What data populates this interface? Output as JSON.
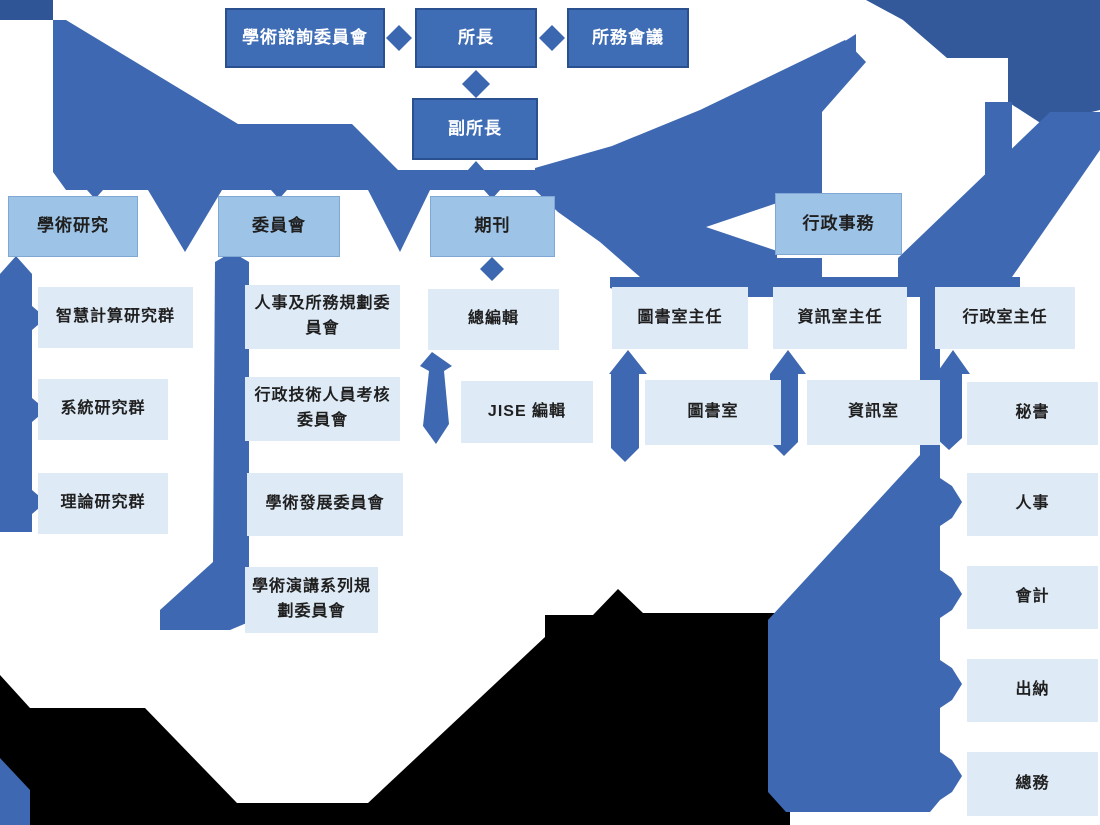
{
  "title": "Institute organization chart",
  "colors": {
    "dark_box": "#3E6CB5",
    "dark_box_border": "#2A5090",
    "mid_box": "#9DC3E6",
    "light_box": "#DEEAF6",
    "connector_blue": "#3E68B1",
    "corner_dark_blue": "#2F5597",
    "artifact_black": "#000000",
    "text_on_dark": "#FFFFFF",
    "text_on_light": "#1F1F1F"
  },
  "org": {
    "top": [
      {
        "label": "學術諮詢委員會"
      },
      {
        "label": "所長"
      },
      {
        "label": "所務會議"
      }
    ],
    "deputy": {
      "label": "副所長"
    },
    "divisions": [
      {
        "label": "學術研究"
      },
      {
        "label": "委員會"
      },
      {
        "label": "期刊"
      },
      {
        "label": "行政事務"
      }
    ],
    "research_groups": [
      {
        "label": "智慧計算研究群"
      },
      {
        "label": "系統研究群"
      },
      {
        "label": "理論研究群"
      }
    ],
    "committees": [
      {
        "label": "人事及所務規劃委員會"
      },
      {
        "label": "行政技術人員考核委員會"
      },
      {
        "label": "學術發展委員會"
      },
      {
        "label": "學術演講系列規劃委員會"
      }
    ],
    "journal": [
      {
        "label": "總編輯"
      },
      {
        "label": "JISE 編輯"
      }
    ],
    "admin_heads": [
      {
        "label": "圖書室主任"
      },
      {
        "label": "資訊室主任"
      },
      {
        "label": "行政室主任"
      }
    ],
    "offices": [
      {
        "label": "圖書室"
      },
      {
        "label": "資訊室"
      }
    ],
    "admin_staff": [
      {
        "label": "秘書"
      },
      {
        "label": "人事"
      },
      {
        "label": "會計"
      },
      {
        "label": "出納"
      },
      {
        "label": "總務"
      }
    ]
  }
}
